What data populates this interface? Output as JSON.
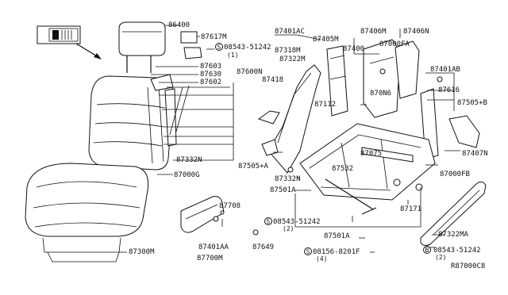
{
  "labels": {
    "l87400_top": "86400",
    "l87617M": "87617M",
    "l08543_a": "08543-51242",
    "l08543_a_qty": "(1)",
    "l87603": "87603",
    "l87630": "87630",
    "l87600N": "87600N",
    "l87602": "87602",
    "l87401AC": "87401AC",
    "l87405M": "87405M",
    "l87318M": "87318M",
    "l87322M": "87322M",
    "l87418": "87418",
    "l87112": "87112",
    "l87400": "87400",
    "l87406M": "87406M",
    "l87406N": "87406N",
    "l87000FA": "87000FA",
    "l870N6": "870N6",
    "l87401AB": "87401AB",
    "l87616": "87616",
    "l87505B": "87505+B",
    "l87407N": "87407N",
    "l87000FB": "87000FB",
    "l87332N_a": "87332N",
    "l87000G": "87000G",
    "l87505A": "87505+A",
    "l87075": "87075",
    "l87332N_b": "87332N",
    "l87501A_a": "87501A",
    "l87532": "87532",
    "l87171": "87171",
    "l87708": "87708",
    "l08543_b": "08543-51242",
    "l08543_b_qty": "(2)",
    "l87401AA": "87401AA",
    "l87501A_b": "87501A",
    "l87322MA": "87322MA",
    "l08543_c": "08543-51242",
    "l08543_c_qty": "(2)",
    "l87300M": "87300M",
    "l87649": "87649",
    "l87700M": "87700M",
    "l08156": "08156-8201F",
    "l08156_qty": "(4)",
    "diagram_code": "R87000C8",
    "screw_symbol": "S",
    "bolt_symbol": "B"
  }
}
